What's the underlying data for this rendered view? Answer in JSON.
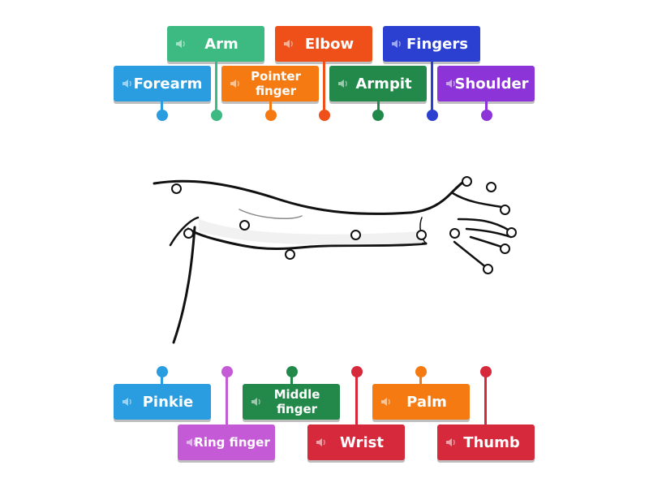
{
  "activity": {
    "type": "labelled diagram",
    "labels": [
      {
        "id": "arm",
        "text": "Arm",
        "color": "#3dba81"
      },
      {
        "id": "elbow",
        "text": "Elbow",
        "color": "#ef5019"
      },
      {
        "id": "fingers",
        "text": "Fingers",
        "color": "#2b3fd1"
      },
      {
        "id": "forearm",
        "text": "Forearm",
        "color": "#2a9ce0"
      },
      {
        "id": "pointer",
        "text": "Pointer finger",
        "color": "#f47a11"
      },
      {
        "id": "armpit",
        "text": "Armpit",
        "color": "#23894a"
      },
      {
        "id": "shoulder",
        "text": "Shoulder",
        "color": "#8c34d8"
      },
      {
        "id": "pinkie",
        "text": "Pinkie",
        "color": "#2a9ce0"
      },
      {
        "id": "ring",
        "text": "Ring finger",
        "color": "#c45ad6"
      },
      {
        "id": "middle",
        "text": "Middle finger",
        "color": "#23894a"
      },
      {
        "id": "wrist",
        "text": "Wrist",
        "color": "#d7293c"
      },
      {
        "id": "palm",
        "text": "Palm",
        "color": "#f47a11"
      },
      {
        "id": "thumb",
        "text": "Thumb",
        "color": "#d7293c"
      }
    ],
    "speaker_icon": "speaker-icon",
    "target_count": 13
  }
}
